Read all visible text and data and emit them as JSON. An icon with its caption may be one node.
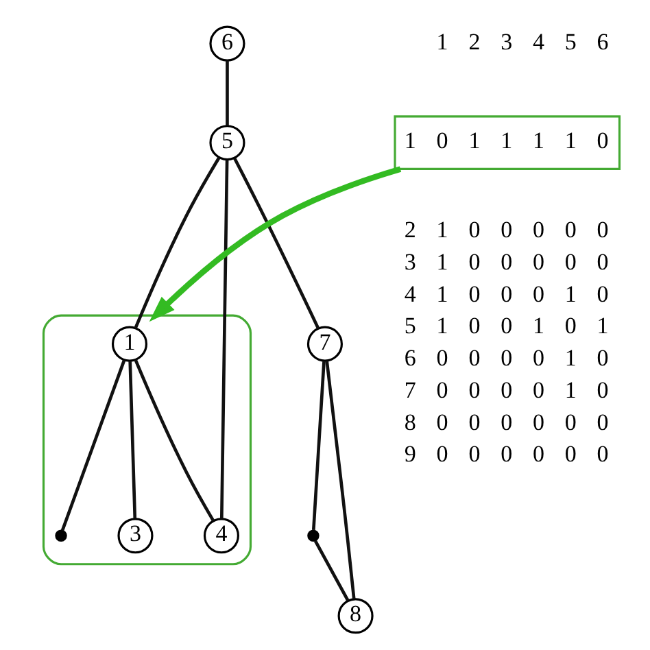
{
  "diagram": {
    "nodes": [
      {
        "text": [],
        "shape": "ellipse"
      },
      {
        "text": [
          "6"
        ]
      },
      {
        "text": [],
        "shape": "circle"
      },
      {
        "text": [
          "5"
        ]
      },
      {
        "text": [
          "7"
        ]
      },
      {
        "text": [
          "8"
        ]
      },
      {
        "text": [
          "1"
        ],
        "in": 0
      },
      {
        "text": [],
        "shape": "circle",
        "in": 0
      },
      {
        "text": [
          "4"
        ],
        "in": 0
      },
      {
        "text": [
          "3"
        ],
        "in": 0
      },
      {
        "text": [
          "1",
          "0",
          "1",
          "1",
          "1",
          "1",
          "0"
        ]
      }
    ],
    "edges": [
      {
        "from": 1,
        "to": 3,
        "arrow": "none"
      },
      {
        "from": 3,
        "to": 4,
        "arrow": "none"
      },
      {
        "from": 4,
        "to": 2,
        "arrow": "none"
      },
      {
        "from": 2,
        "to": 5,
        "arrow": "none"
      },
      {
        "from": 5,
        "to": 4,
        "arrow": "none"
      },
      {
        "from": 3,
        "to": 6,
        "arrow": "none"
      },
      {
        "from": 3,
        "to": 8,
        "arrow": "none"
      },
      {
        "from": 6,
        "to": 8,
        "arrow": "none"
      },
      {
        "from": 6,
        "to": 9,
        "arrow": "none"
      },
      {
        "from": 6,
        "to": 7,
        "arrow": "none"
      },
      {
        "from": 10,
        "to": 0,
        "arrow": "to",
        "style": "thick",
        "color": "#33bb22"
      }
    ],
    "labels": [
      "1",
      "2",
      "3",
      "4",
      "5",
      "6",
      "2",
      "1",
      "0",
      "0",
      "0",
      "0",
      "0",
      "3",
      "1",
      "0",
      "0",
      "0",
      "0",
      "0",
      "4",
      "1",
      "0",
      "0",
      "0",
      "1",
      "0",
      "5",
      "1",
      "0",
      "0",
      "1",
      "0",
      "1",
      "6",
      "0",
      "0",
      "0",
      "0",
      "1",
      "0",
      "7",
      "0",
      "0",
      "0",
      "0",
      "1",
      "0",
      "8",
      "0",
      "0",
      "0",
      "0",
      "0",
      "0",
      "9",
      "0",
      "0",
      "0",
      "0",
      "0",
      "0"
    ]
  }
}
